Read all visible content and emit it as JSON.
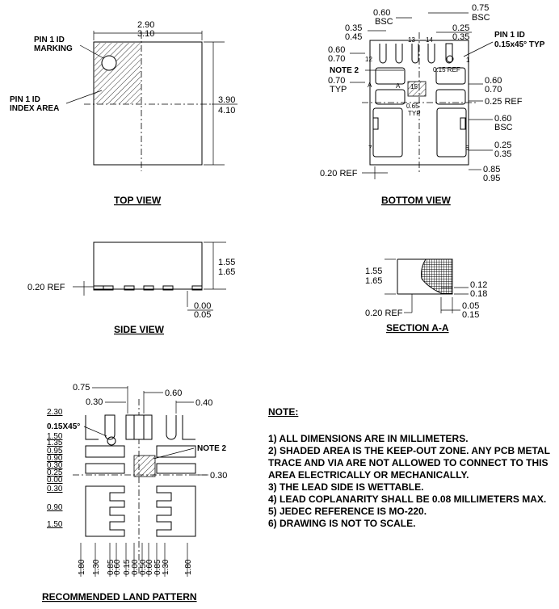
{
  "top_view": {
    "title": "TOP VIEW",
    "width_min": "2.90",
    "width_max": "3.10",
    "height_min": "3.90",
    "height_max": "4.10",
    "pin1_marking": [
      "PIN 1 ID",
      "MARKING"
    ],
    "pin1_index": [
      "PIN 1 ID",
      "INDEX AREA"
    ]
  },
  "bottom_view": {
    "title": "BOTTOM VIEW",
    "pitch": "0.60",
    "pitch_note": "BSC",
    "pad_035": "0.35",
    "pad_045": "0.45",
    "side_060": "0.60",
    "side_070": "0.70",
    "note2": "NOTE 2",
    "typ_070": "0.70",
    "typ": "TYP",
    "ref_020": "0.20 REF",
    "top_075": "0.75",
    "top_bsc": "BSC",
    "top_025": "0.25",
    "top_035": "0.35",
    "pin1_id": "PIN 1 ID",
    "chamfer": "0.15x45° TYP",
    "ref_015": "0.15 REF",
    "r_060": "0.60",
    "r_070": "0.70",
    "r_025ref": "0.25 REF",
    "r_060b": "0.60",
    "r_bsc": "BSC",
    "r_025": "0.25",
    "r_035": "0.35",
    "r_085": "0.85",
    "r_095": "0.95",
    "pad_065": "0.65",
    "pad_typ": "TYP",
    "pins": {
      "p1": "1",
      "p6": "6",
      "p7": "7",
      "p12": "12",
      "p13": "13",
      "p14": "14",
      "p15": "15"
    },
    "section_marks": [
      "A",
      "A"
    ]
  },
  "side_view": {
    "title": "SIDE VIEW",
    "h_min": "1.55",
    "h_max": "1.65",
    "ref": "0.20 REF",
    "s_min": "0.00",
    "s_max": "0.05"
  },
  "section_aa": {
    "title": "SECTION A-A",
    "h_min": "1.55",
    "h_max": "1.65",
    "t_min": "0.12",
    "t_max": "0.18",
    "ref": "0.20 REF",
    "l_min": "0.05",
    "l_max": "0.15"
  },
  "land_pattern": {
    "title": "RECOMMENDED LAND PATTERN",
    "top_075": "0.75",
    "top_030": "0.30",
    "top_060": "0.60",
    "top_040": "0.40",
    "chamfer": "0.15X45°",
    "note2": "NOTE 2",
    "right_030": "0.30",
    "left_labels": [
      "2.30",
      "1.50",
      "1.35",
      "0.95",
      "0.90",
      "0.30",
      "0.25",
      "0.00",
      "0.30",
      "0.90",
      "1.50"
    ],
    "bottom_labels": [
      "1.80",
      "1.30",
      "0.85",
      "0.60",
      "0.15",
      "0.00",
      "0.50",
      "0.60",
      "0.85",
      "1.30",
      "1.80"
    ]
  },
  "notes": {
    "title": "NOTE:",
    "items": [
      "1) ALL DIMENSIONS ARE IN MILLIMETERS.",
      "2) SHADED AREA IS THE KEEP-OUT ZONE. ANY PCB METAL TRACE AND VIA ARE NOT ALLOWED TO CONNECT TO THIS AREA ELECTRICALLY OR MECHANICALLY.",
      "3) THE LEAD SIDE IS WETTABLE.",
      "4) LEAD COPLANARITY SHALL BE 0.08 MILLIMETERS MAX.",
      "5) JEDEC REFERENCE IS MO-220.",
      "6) DRAWING IS NOT TO SCALE."
    ]
  }
}
